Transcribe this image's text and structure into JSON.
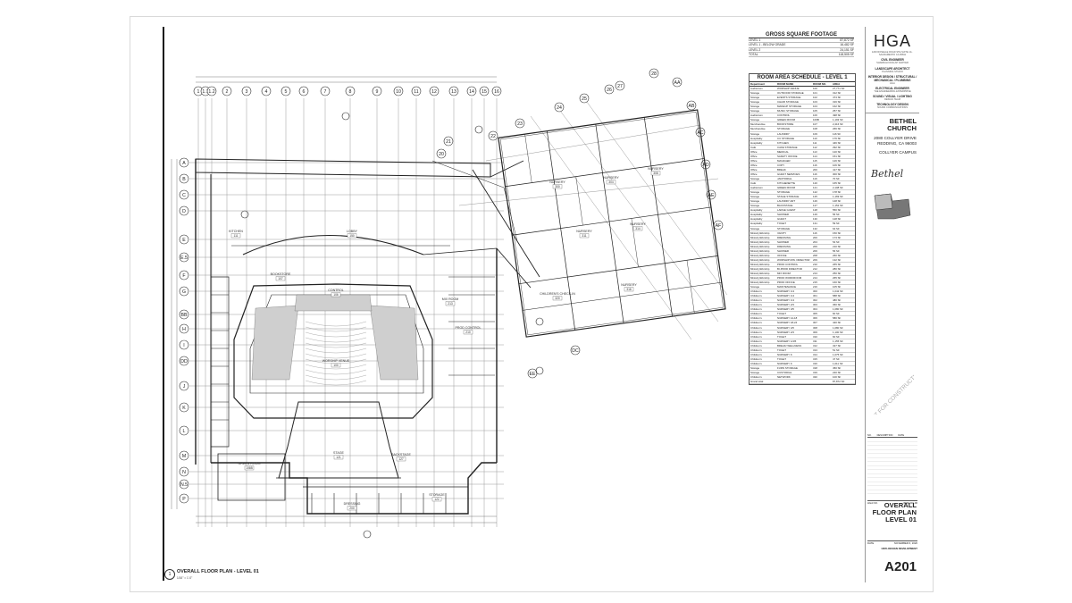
{
  "gross_square_footage": {
    "title": "GROSS SQUARE FOOTAGE",
    "rows": [
      {
        "label": "LEVEL 1",
        "value": "87,872 SF"
      },
      {
        "label": "LEVEL 1 - BELOW GRADE",
        "value": "16,482 SF"
      },
      {
        "label": "LEVEL 2",
        "value": "24,151 SF"
      },
      {
        "label": "TOTAL",
        "value": "118,505 SF"
      }
    ]
  },
  "room_area_schedule": {
    "title": "ROOM AREA SCHEDULE - LEVEL 1",
    "columns": [
      "Department",
      "ROOM NAME",
      "ROOM NO.",
      "AREA"
    ],
    "rows": [
      [
        "Auditorium",
        "WORSHIP VENUE",
        "100",
        "27,771 SF"
      ],
      [
        "Storage",
        "OUTDOOR STORAGE",
        "101",
        "312 SF"
      ],
      [
        "Storage",
        "EVENTS STORAGE",
        "102",
        "474 SF"
      ],
      [
        "Storage",
        "CHAIR STORAGE",
        "103",
        "316 SF"
      ],
      [
        "Storage",
        "MAKEUP STORAGE",
        "104",
        "162 SF"
      ],
      [
        "Storage",
        "MUSIC STORAGE",
        "105",
        "257 SF"
      ],
      [
        "Auditorium",
        "CONTROL",
        "106",
        "498 SF"
      ],
      [
        "Storage",
        "GREEN ROOM",
        "106B",
        "1,193 SF"
      ],
      [
        "Merchandise",
        "BOOKSTORE",
        "107",
        "2,416 SF"
      ],
      [
        "Merchandise",
        "STORAGE",
        "108",
        "266 SF"
      ],
      [
        "Storage",
        "LAUNDRY",
        "109",
        "116 SF"
      ],
      [
        "Hospitality",
        "CC STORAGE",
        "110",
        "176 SF"
      ],
      [
        "Hospitality",
        "KITCHEN",
        "111",
        "446 SF"
      ],
      [
        "Café",
        "CAFE STORAGE",
        "112",
        "292 SF"
      ],
      [
        "Office",
        "MEDICAL",
        "113",
        "120 SF"
      ],
      [
        "Office",
        "SAFETY OFFICE",
        "114",
        "151 SF"
      ],
      [
        "Office",
        "MANAGER",
        "115",
        "126 SF"
      ],
      [
        "Office",
        "COPY",
        "116",
        "106 SF"
      ],
      [
        "Office",
        "BREAK",
        "200",
        "417 SF"
      ],
      [
        "Office",
        "GUEST SERVICES",
        "116",
        "300 SF"
      ],
      [
        "Storage",
        "JANITORIAL",
        "119",
        "70 SF"
      ],
      [
        "Café",
        "KITCHENETTE",
        "120",
        "165 SF"
      ],
      [
        "Auditorium",
        "GREEN ROOM",
        "121",
        "2,108 SF"
      ],
      [
        "Storage",
        "STORAGE",
        "122",
        "178 SF"
      ],
      [
        "Storage",
        "STAGE STORAGE",
        "125",
        "1,169 SF"
      ],
      [
        "Storage",
        "LAUNDRY ART",
        "126",
        "148 SF"
      ],
      [
        "Storage",
        "BACKSTAGE",
        "127",
        "1,152 SF"
      ],
      [
        "Hospitality",
        "LARGE GUEST",
        "128",
        "550 SF"
      ],
      [
        "Hospitality",
        "SHOWER",
        "129",
        "56 SF"
      ],
      [
        "Hospitality",
        "GUEST",
        "130",
        "128 SF"
      ],
      [
        "Hospitality",
        "TOILET",
        "131",
        "59 SF"
      ],
      [
        "Storage",
        "STORAGE",
        "132",
        "64 SF"
      ],
      [
        "Ministry/Worship",
        "VANITY",
        "116",
        "150 SF"
      ],
      [
        "Ministry/Worship",
        "DRESSING",
        "200",
        "173 SF"
      ],
      [
        "Ministry/Worship",
        "SHOWER",
        "204",
        "54 SF"
      ],
      [
        "Ministry/Worship",
        "DRESSING",
        "206",
        "210 SF"
      ],
      [
        "Ministry/Worship",
        "SHOWER",
        "206",
        "56 SF"
      ],
      [
        "Ministry/Worship",
        "OFFICE",
        "208",
        "260 SF"
      ],
      [
        "Ministry/Worship",
        "WORSHIP MIN. DIRECTOR",
        "209",
        "132 SF"
      ],
      [
        "Ministry/Worship",
        "PROD CONTROL",
        "210",
        "265 SF"
      ],
      [
        "Ministry/Worship",
        "BI-PROD DIRECTOR",
        "212",
        "280 SF"
      ],
      [
        "Ministry/Worship",
        "MIX ROOM",
        "213",
        "250 SF"
      ],
      [
        "Ministry/Worship",
        "PROD WORKROOM",
        "214",
        "265 SF"
      ],
      [
        "Ministry/Worship",
        "PROD OFFICE",
        "215",
        "160 SF"
      ],
      [
        "Storage",
        "MAINTENANCE",
        "216",
        "105 SF"
      ],
      [
        "Children's",
        "NURSERY 0-3",
        "300",
        "1,042 SF"
      ],
      [
        "Children's",
        "NURSERY 0-3",
        "301",
        "588 SF"
      ],
      [
        "Children's",
        "NURSERY 0-3",
        "302",
        "480 SF"
      ],
      [
        "Children's",
        "NURSERY 2/3",
        "303",
        "360 SF"
      ],
      [
        "Children's",
        "NURSERY 3/5",
        "304",
        "1,080 SF"
      ],
      [
        "Children's",
        "TOILET",
        "305",
        "60 SF"
      ],
      [
        "Children's",
        "NURSERY 12-18",
        "306",
        "580 SF"
      ],
      [
        "Children's",
        "NURSERY 18-24",
        "307",
        "420 SF"
      ],
      [
        "Children's",
        "NURSERY 4/5",
        "308",
        "1,080 SF"
      ],
      [
        "Children's",
        "NURSERY 2/3",
        "309",
        "1,100 SF"
      ],
      [
        "Children's",
        "TOILET",
        "310",
        "60 SF"
      ],
      [
        "Children's",
        "NURSERY 1/4/5",
        "311",
        "1,155 SF"
      ],
      [
        "Children's",
        "BREAK/ WELLNESS",
        "312",
        "327 SF"
      ],
      [
        "Children's",
        "TOILET",
        "313",
        "51 SF"
      ],
      [
        "Children's",
        "NURSERY K",
        "314",
        "1,075 SF"
      ],
      [
        "Children's",
        "TOILET",
        "315",
        "47 SF"
      ],
      [
        "Children's",
        "NURSERY K",
        "316",
        "1,011 SF"
      ],
      [
        "Storage",
        "FURN STORAGE",
        "318",
        "450 SF"
      ],
      [
        "Storage",
        "CUSTODIAL",
        "319",
        "220 SF"
      ],
      [
        "Children's",
        "NETWORK",
        "320",
        "100 SF"
      ],
      [
        "Grand total",
        "",
        "",
        "87,872 SF"
      ]
    ]
  },
  "title_block": {
    "firm": "HGA",
    "firm_address": "1200 ROSELLE ROAD STE SUITE 1A · SACRAMENTO CA 95811",
    "consultants": [
      {
        "role": "CIVIL ENGINEER",
        "name": "SHARRAH DUNLAP SAWYER"
      },
      {
        "role": "LANDSCAPE ARCHITECT",
        "name": "PLANNING STUDIO"
      },
      {
        "role": "INTERIOR DESIGN / STRUCTURAL / MECHANICAL / PLUMBING",
        "name": "HGA"
      },
      {
        "role": "ELECTRICAL ENGINEER",
        "name": "THE ENGINEERING ENTERPRISE"
      },
      {
        "role": "SOUND / VISUAL / LIGHTING",
        "name": "DESIGN TEAM"
      },
      {
        "role": "TECHNOLOGY DESIGN",
        "name": "SOUND COMMUNICATIONS"
      }
    ],
    "project_name_line1": "BETHEL",
    "project_name_line2": "CHURCH",
    "address_line1": "2080 COLLYER DRIVE",
    "address_line2": "REDDING, CA 96003",
    "campus": "COLLYER CAMPUS",
    "signature": "Bethel",
    "stamp": "NOT FOR CONSTRUCTION",
    "revision_header": [
      "NO.",
      "DESCRIPTION",
      "DATE"
    ],
    "hga_no_label": "HGA NO.",
    "hga_no": "3096-001-00",
    "sheet_title_line1": "OVERALL",
    "sheet_title_line2": "FLOOR PLAN",
    "sheet_title_line3": "LEVEL 01",
    "date_label": "DATE",
    "date": "NOVEMBER 6, 2020",
    "phase": "100% DESIGN DEVELOPMENT",
    "sheet_number": "A201"
  },
  "drawing": {
    "view_number": "1",
    "title": "OVERALL FLOOR PLAN - LEVEL 01",
    "scale": "1/16\" = 1'-0\"",
    "grid_columns": [
      "1",
      "1.1",
      "1.2",
      "2",
      "3",
      "4",
      "5",
      "6",
      "7",
      "8",
      "9",
      "10",
      "11",
      "12",
      "13",
      "14",
      "15",
      "16"
    ],
    "grid_rows": [
      "A",
      "B",
      "C",
      "D",
      "E",
      "E.5",
      "F",
      "G",
      "BB",
      "H",
      "I",
      "DD",
      "J",
      "K",
      "L",
      "M",
      "N",
      "N.5",
      "P"
    ],
    "grid_diagonal": [
      "20",
      "21",
      "22",
      "23",
      "24",
      "25",
      "26",
      "27",
      "28",
      "AA",
      "AB",
      "AC",
      "AD",
      "AE",
      "AF",
      "DC",
      "EE"
    ],
    "room_labels": [
      {
        "name": "WORSHIP VENUE",
        "no": "100"
      },
      {
        "name": "STAGE",
        "no": "121"
      },
      {
        "name": "BOOKSTORE",
        "no": "107"
      },
      {
        "name": "CONTROL",
        "no": "106"
      },
      {
        "name": "LOBBY",
        "no": "150"
      },
      {
        "name": "BACKSTAGE",
        "no": "127"
      },
      {
        "name": "GREEN ROOM",
        "no": "106B"
      },
      {
        "name": "DRESSING",
        "no": "200"
      },
      {
        "name": "STORAGE",
        "no": "122"
      },
      {
        "name": "KITCHEN",
        "no": "111"
      },
      {
        "name": "NURSERY",
        "no": "300"
      },
      {
        "name": "NURSERY",
        "no": "304"
      },
      {
        "name": "NURSERY",
        "no": "308"
      },
      {
        "name": "NURSERY",
        "no": "311"
      },
      {
        "name": "NURSERY",
        "no": "314"
      },
      {
        "name": "NURSERY",
        "no": "316"
      },
      {
        "name": "CHILDREN'S CHECK-IN",
        "no": "320"
      },
      {
        "name": "MIX ROOM",
        "no": "213"
      },
      {
        "name": "PROD CONTROL",
        "no": "210"
      }
    ]
  }
}
